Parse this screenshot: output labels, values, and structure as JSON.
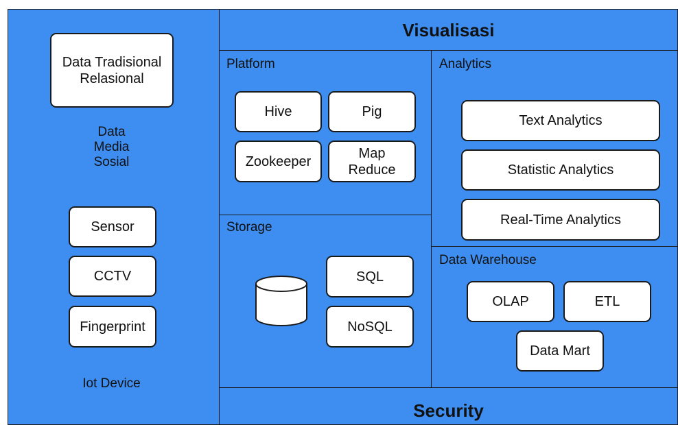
{
  "left_panel": {
    "traditional_db": "Data Tradisional\nRelasional",
    "social_media": "Data\nMedia\nSosial",
    "devices": [
      "Sensor",
      "CCTV",
      "Fingerprint"
    ],
    "iot_label": "Iot Device"
  },
  "visualization": {
    "title": "Visualisasi"
  },
  "platform": {
    "title": "Platform",
    "items": [
      "Hive",
      "Pig",
      "Zookeeper",
      "Map\nReduce"
    ]
  },
  "analytics": {
    "title": "Analytics",
    "items": [
      "Text Analytics",
      "Statistic Analytics",
      "Real-Time Analytics"
    ]
  },
  "storage": {
    "title": "Storage",
    "items": [
      "SQL",
      "NoSQL"
    ],
    "icon": "database-icon"
  },
  "data_warehouse": {
    "title": "Data Warehouse",
    "items": [
      "OLAP",
      "ETL",
      "Data Mart"
    ]
  },
  "security": {
    "title": "Security"
  },
  "colors": {
    "panel": "#3d8ef0",
    "box": "#ffffff",
    "border": "#1a1a1a"
  }
}
